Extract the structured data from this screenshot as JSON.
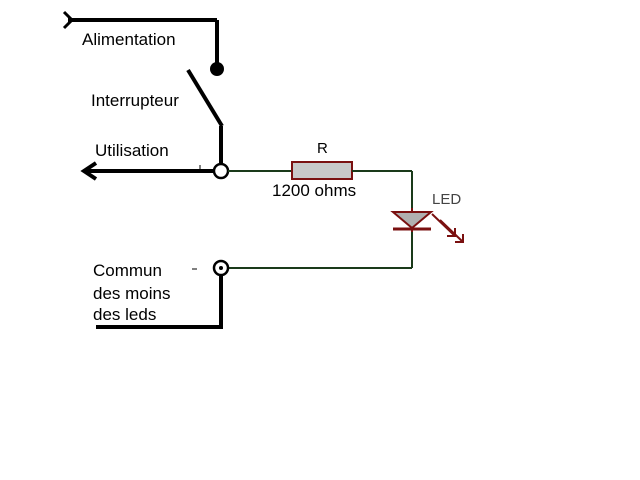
{
  "labels": {
    "power": "Alimentation",
    "switch": "Interrupteur",
    "output": "Utilisation",
    "resistor_name": "R",
    "resistor_value": "1200 ohms",
    "led": "LED",
    "common_line1": "Commun",
    "common_line2": "des moins",
    "common_line3": "des leds"
  },
  "colors": {
    "thick_wire": "#000000",
    "thin_wire": "#1a3a1a",
    "resistor_fill": "#c8c8c8",
    "resistor_border": "#7a1010",
    "led": "#7a1010"
  }
}
